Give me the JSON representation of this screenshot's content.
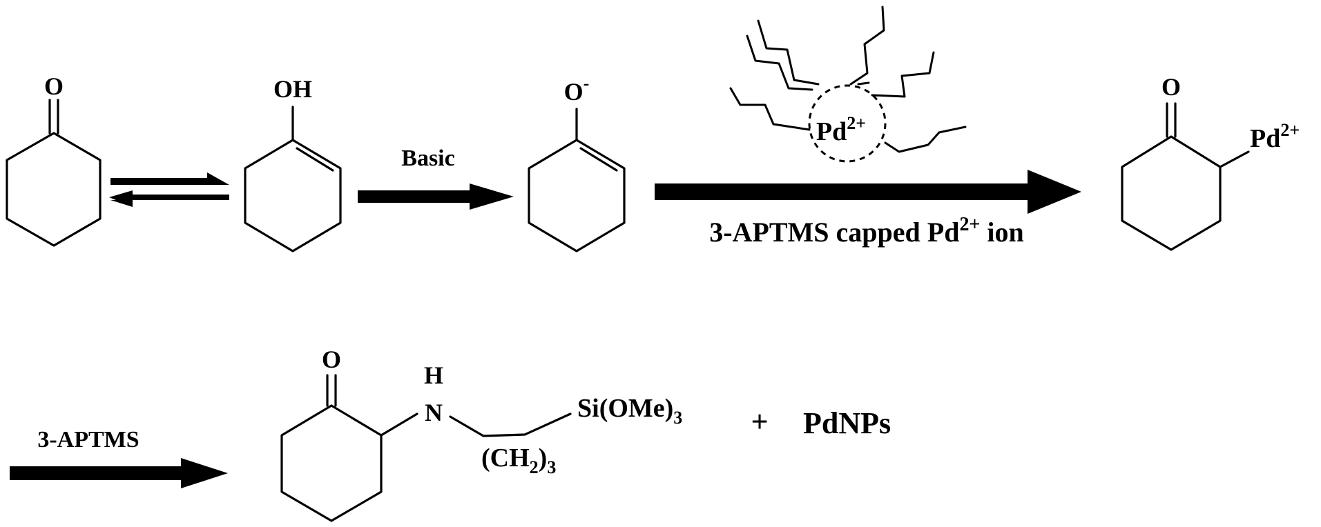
{
  "scheme": {
    "row1": {
      "ketone_oxygen": "O",
      "enol_group": "OH",
      "enolate_oxygen": "O",
      "enolate_charge": "-",
      "base_label": "Basic",
      "pd_center": "Pd",
      "pd_charge": "2+",
      "capping_label_main": "3-APTMS capped Pd",
      "capping_label_charge": "2+",
      "capping_label_tail": " ion",
      "complex_oxygen": "O",
      "complex_metal": "Pd",
      "complex_metal_charge": "2+"
    },
    "row2": {
      "reagent_label": "3-APTMS",
      "product_oxygen": "O",
      "amine_h": "H",
      "amine_n": "N",
      "linker_main": "(CH",
      "linker_sub1": "2",
      "linker_close": ")",
      "linker_sub2": "3",
      "silane_main": "Si(OMe)",
      "silane_sub": "3",
      "plus_sign": "+",
      "nanoparticles": "PdNPs"
    }
  },
  "colors": {
    "ink": "#000000",
    "background": "#ffffff"
  }
}
